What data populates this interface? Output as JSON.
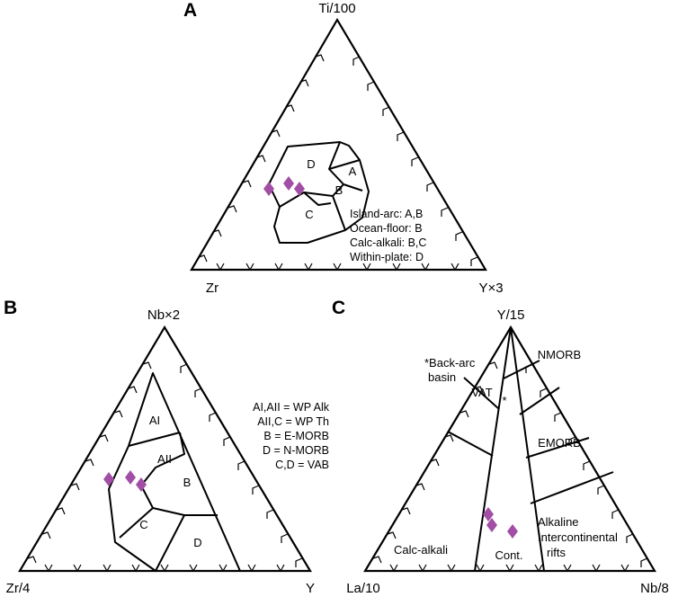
{
  "panels": {
    "a": {
      "letter": "A",
      "apex_top": "Ti/100",
      "apex_left": "Zr",
      "apex_right": "Y×3",
      "fields": [
        "A",
        "B",
        "C",
        "D"
      ],
      "legend": [
        "Island-arc: A,B",
        "Ocean-floor: B",
        "Calc-alkali: B,C",
        "Within-plate: D"
      ],
      "samples": 3
    },
    "b": {
      "letter": "B",
      "apex_top": "Nb×2",
      "apex_left": "Zr/4",
      "apex_right": "Y",
      "fields": [
        "AI",
        "AII",
        "B",
        "C",
        "D"
      ],
      "legend": [
        "AI,AII = WP Alk",
        "AII,C = WP Th",
        "B = E-MORB",
        "D = N-MORB",
        "C,D = VAB"
      ],
      "samples": 3
    },
    "c": {
      "letter": "C",
      "apex_top": "Y/15",
      "apex_left": "La/10",
      "apex_right": "Nb/8",
      "fields": {
        "nmorb": "NMORB",
        "vat": "VAT",
        "emorb": "EMORB",
        "calc_alkali": "Calc-alkali",
        "cont": "Cont.",
        "alkaline": [
          "Alkaline",
          "Intercontinental",
          "rifts"
        ]
      },
      "back_arc": [
        "*Back-arc",
        "basin"
      ],
      "star": "*",
      "samples": 3
    }
  },
  "colors": {
    "sample_marker": "#a24ea6",
    "lines": "#000000",
    "background": "#ffffff"
  },
  "marker_shape": "diamond"
}
